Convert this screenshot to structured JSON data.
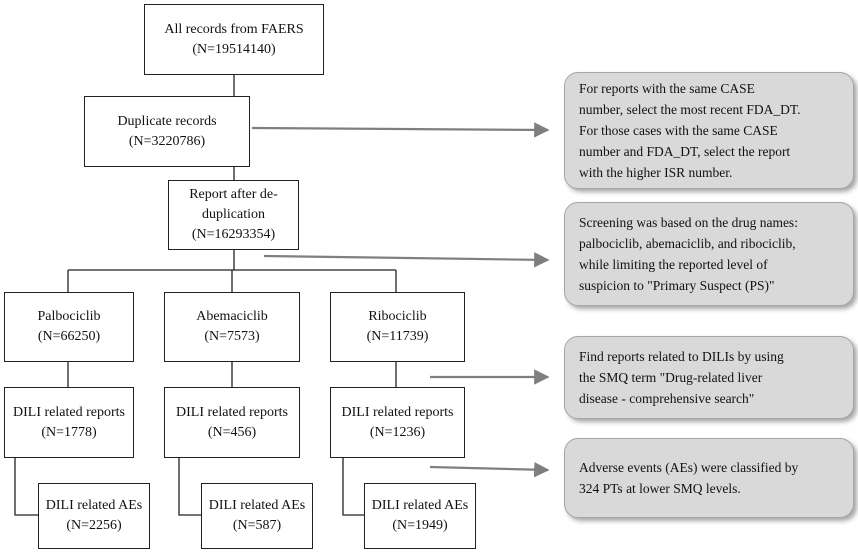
{
  "flow": {
    "all_records": {
      "line1": "All records from FAERS",
      "line2": "(N=19514140)"
    },
    "duplicates": {
      "line1": "Duplicate records",
      "line2": "(N=3220786)"
    },
    "dedup": {
      "line1": "Report after de-",
      "line2": "duplication",
      "line3": "(N=16293354)"
    },
    "drugs": [
      {
        "name": "Palbociclib",
        "n": "(N=66250)"
      },
      {
        "name": "Abemaciclib",
        "n": "(N=7573)"
      },
      {
        "name": "Ribociclib",
        "n": "(N=11739)"
      }
    ],
    "dili_reports": [
      {
        "label": "DILI related reports",
        "n": "(N=1778)"
      },
      {
        "label": "DILI related reports",
        "n": "(N=456)"
      },
      {
        "label": "DILI related reports",
        "n": "(N=1236)"
      }
    ],
    "dili_aes": [
      {
        "label": "DILI related AEs",
        "n": "(N=2256)"
      },
      {
        "label": "DILI related AEs",
        "n": "(N=587)"
      },
      {
        "label": "DILI related AEs",
        "n": "(N=1949)"
      }
    ]
  },
  "notes": [
    {
      "lines": [
        "For reports with the same CASE",
        "number, select the most recent FDA_DT.",
        "For those cases with the same CASE",
        "number and FDA_DT, select the report",
        "with the higher ISR number."
      ]
    },
    {
      "lines": [
        "Screening was based on the drug names:",
        "palbociclib, abemaciclib, and ribociclib,",
        "while limiting  the reported level of",
        "suspicion to \"Primary Suspect (PS)\""
      ]
    },
    {
      "lines": [
        "Find reports related to DILIs by using",
        "the SMQ term \"Drug-related  liver",
        "disease - comprehensive search\""
      ]
    },
    {
      "lines": [
        "Adverse events (AEs) were classified by",
        "324 PTs at lower SMQ levels."
      ]
    }
  ],
  "colors": {
    "note_fill": "#d9d9d9",
    "arrow": "#7f7f7f",
    "line": "#222222"
  }
}
